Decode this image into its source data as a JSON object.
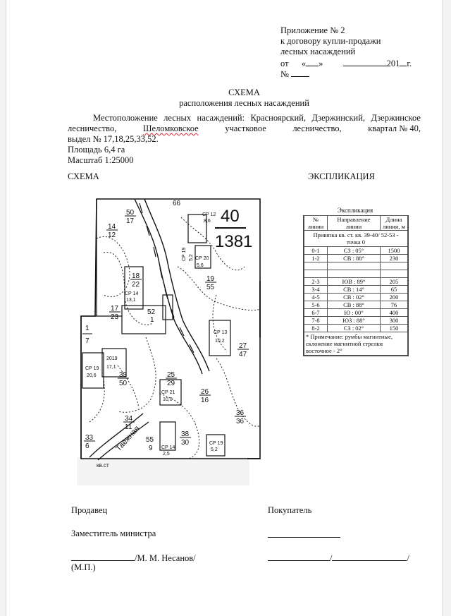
{
  "header": {
    "line1": "Приложение № 2",
    "line2": "к договору купли-продажи",
    "line3": "лесных насаждений",
    "date_prefix": "от",
    "date_quote_open": "«",
    "date_quote_close": "»",
    "date_year": "201",
    "date_suffix": "г.",
    "number_label": "№"
  },
  "title": {
    "main": "СХЕМА",
    "sub": "расположения лесных насаждений"
  },
  "location": {
    "line1_a": "Местоположение",
    "line1_b": "лесных",
    "line1_c": "насаждений:",
    "line1_d": "Красноярский,",
    "line1_e": "Дзержинский,",
    "line1_f": "Дзержинское",
    "line2_a": "лесничество,",
    "line2_b": "Шеломковское",
    "line2_c": "участковое",
    "line2_d": "лесничество,",
    "line2_e": "квартал № 40,",
    "line3": "выдел № 17,18,25,33,52.",
    "area": "Площадь 6,4 га",
    "scale": "Масштаб 1:25000"
  },
  "section_labels": {
    "scheme": "СХЕМА",
    "explication": "ЭКСПЛИКАЦИЯ"
  },
  "map_labels": {
    "quarter_num": "40",
    "quarter_area": "1381",
    "top": "66",
    "v50": "50",
    "v17": "17",
    "v14": "14",
    "v12": "12",
    "cp12": "СР 12",
    "cp12v": "8,6",
    "v18": "18",
    "v22": "22",
    "cp14": "СР 14",
    "cp14v": "13,1",
    "v52": "52",
    "v1b": "1",
    "cp20": "СР 20",
    "cp20v": "5,6",
    "cp19b": "СР 19",
    "cp19bv": "5,2",
    "v19": "19",
    "v55": "55",
    "v17b": "17",
    "v23": "23",
    "cp13": "СР 13",
    "cp13v": "10,2",
    "v27": "27",
    "v47": "47",
    "v1": "1",
    "v7": "7",
    "cp19": "СР 19",
    "cp19v": "20,6",
    "y2019": "2019",
    "v171": "17,1",
    "v33": "33",
    "v50b": "50",
    "v25": "25",
    "v29": "29",
    "cp21": "СР 21",
    "cp21v": "10,0",
    "v26": "26",
    "v16": "16",
    "v34": "34",
    "v11": "11",
    "v36": "36",
    "v36b": "36",
    "v33b": "33",
    "v6": "6",
    "v55b": "55",
    "v9": "9",
    "v38": "38",
    "v30": "30",
    "cp14b": "СР 14",
    "cp14bv": "2,5",
    "cp19c": "СР 19",
    "cp19cv": "5,2",
    "road": "Таежная",
    "kvst": "кв.ст"
  },
  "explication": {
    "title": "Экспликация",
    "headers": [
      "№ линии",
      "Направление линии",
      "Длина линии, м"
    ],
    "anchor": "Привязка кв. ст. кв. 39-40/ 52-53 - точка 0",
    "rows_a": [
      [
        "0-1",
        "СЗ : 05°",
        "1500"
      ],
      [
        "1-2",
        "СВ : 88°",
        "230"
      ]
    ],
    "rows_b": [
      [
        "2-3",
        "ЮВ : 89°",
        "205"
      ],
      [
        "3-4",
        "СВ : 14°",
        "65"
      ],
      [
        "4-5",
        "СВ : 02°",
        "200"
      ],
      [
        "5-6",
        "СВ : 88°",
        "76"
      ],
      [
        "6-7",
        "Ю : 00°",
        "400"
      ],
      [
        "7-8",
        "ЮЗ : 88°",
        "300"
      ],
      [
        "8-2",
        "СЗ : 02°",
        "150"
      ]
    ],
    "note": "* Примечание: румбы магнитные, склонение магнитной стрелки восточное - 2°"
  },
  "signatures": {
    "seller": "Продавец",
    "buyer": "Покупатель",
    "position": "Заместитель министра",
    "name": "/М. М. Несанов/",
    "seal": "(М.П.)",
    "slash": "/"
  }
}
